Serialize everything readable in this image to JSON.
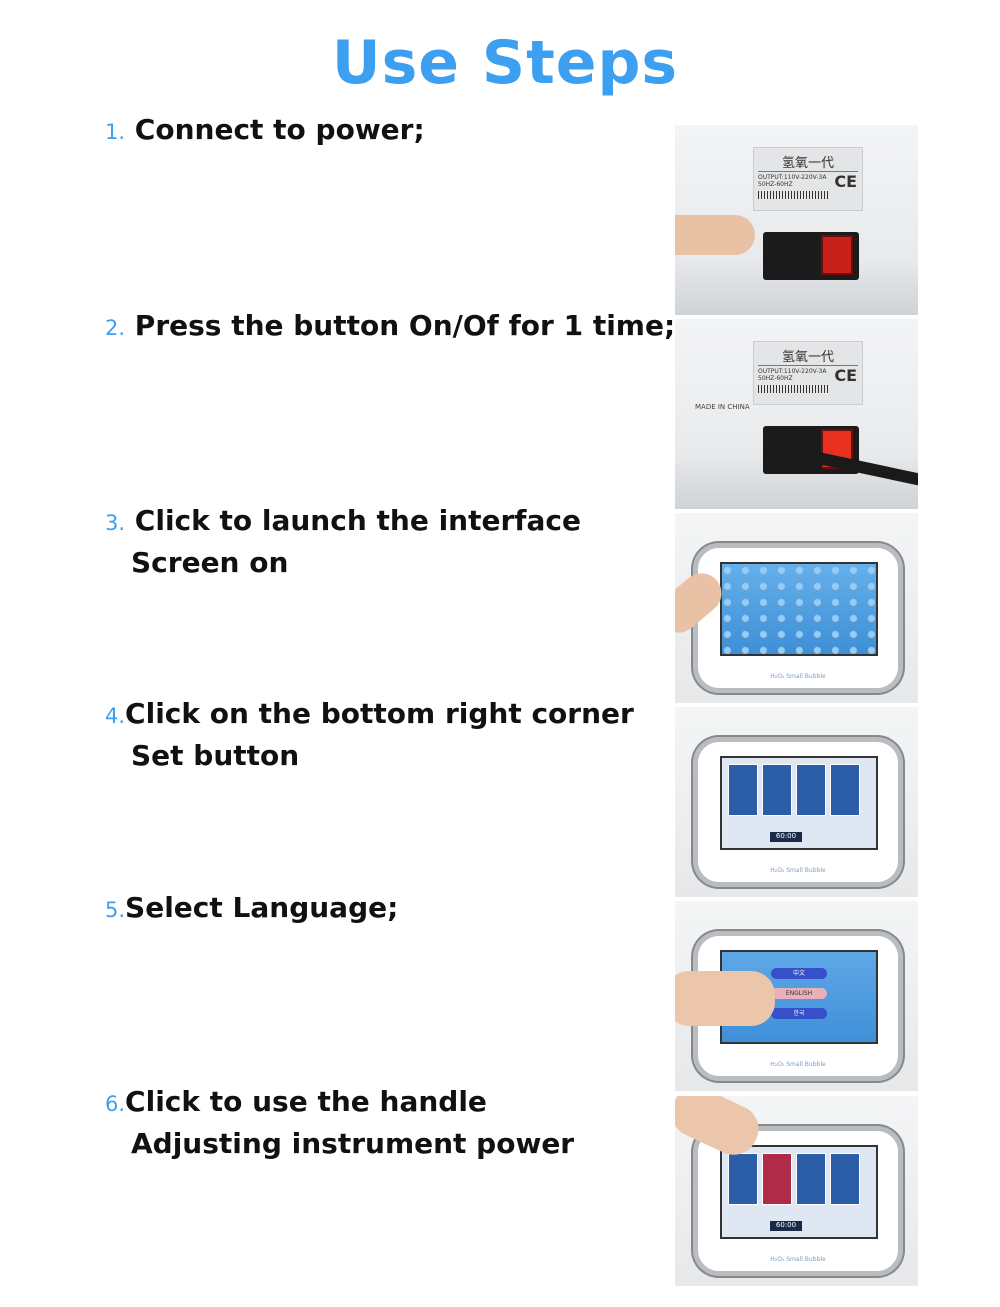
{
  "title": "Use Steps",
  "steps": [
    {
      "num": "1.",
      "line1": "Connect to power;"
    },
    {
      "num": "2.",
      "line1": "Press the button On/Of for 1 time;"
    },
    {
      "num": "3.",
      "line1": "Click to launch the interface",
      "line2": "Screen on"
    },
    {
      "num": "4.",
      "line1": "Click on the bottom right corner",
      "line2": "Set button"
    },
    {
      "num": "5.",
      "line1": "Select Language;"
    },
    {
      "num": "6.",
      "line1": "Click to use the handle",
      "line2": "Adjusting instrument power"
    }
  ],
  "device": {
    "label_cn": "氢氧一代",
    "output": "OUTPUT:110V-220V-3A",
    "freq": "50HZ-60HZ",
    "ce": "CE",
    "made_in": "MADE IN CHINA",
    "brand": "H₂O₂ Small Bubble",
    "timer": "60:00",
    "languages": [
      "中文",
      "ENGLISH",
      "한국"
    ]
  },
  "colors": {
    "accent": "#3d9ff0",
    "text": "#111111"
  }
}
